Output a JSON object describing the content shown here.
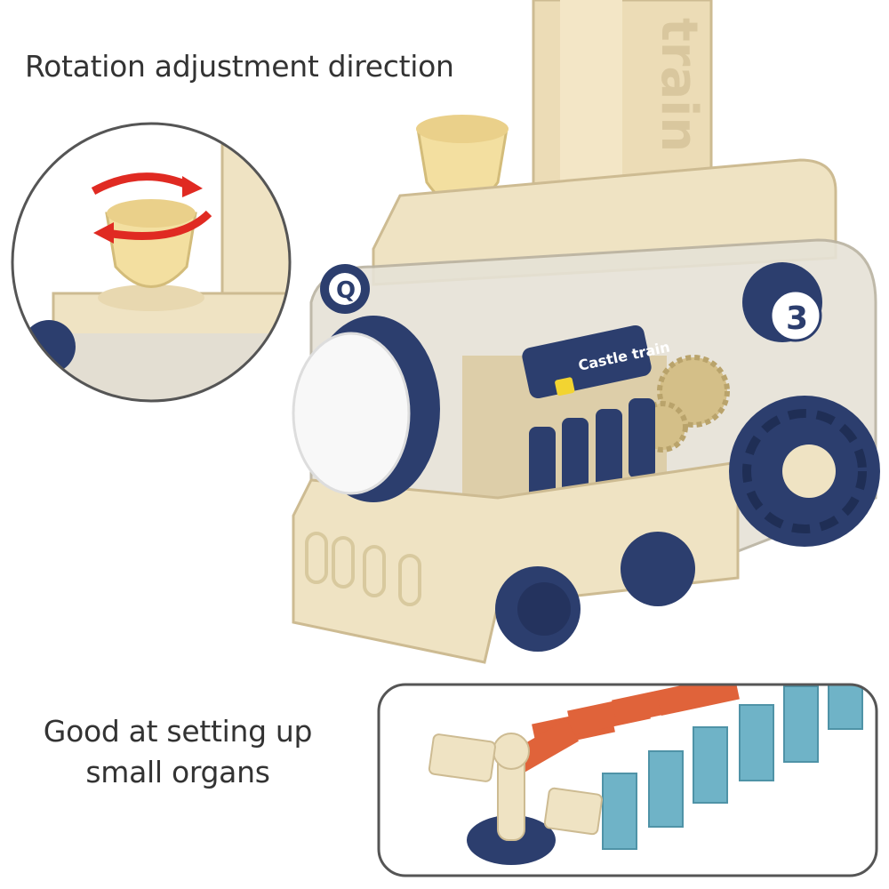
{
  "captions": {
    "rotation": "Rotation adjustment direction",
    "setup_line1": "Good at setting up",
    "setup_line2": "small organs"
  },
  "product": {
    "tower_text": "train",
    "label_text": "Castle train",
    "number_badge": "3",
    "letter_badge": "Q"
  },
  "colors": {
    "cream": "#efe3c3",
    "navy": "#2c3e6e",
    "orange": "#e0633a",
    "teal": "#6fb3c7",
    "arrow_red": "#e02a22"
  }
}
